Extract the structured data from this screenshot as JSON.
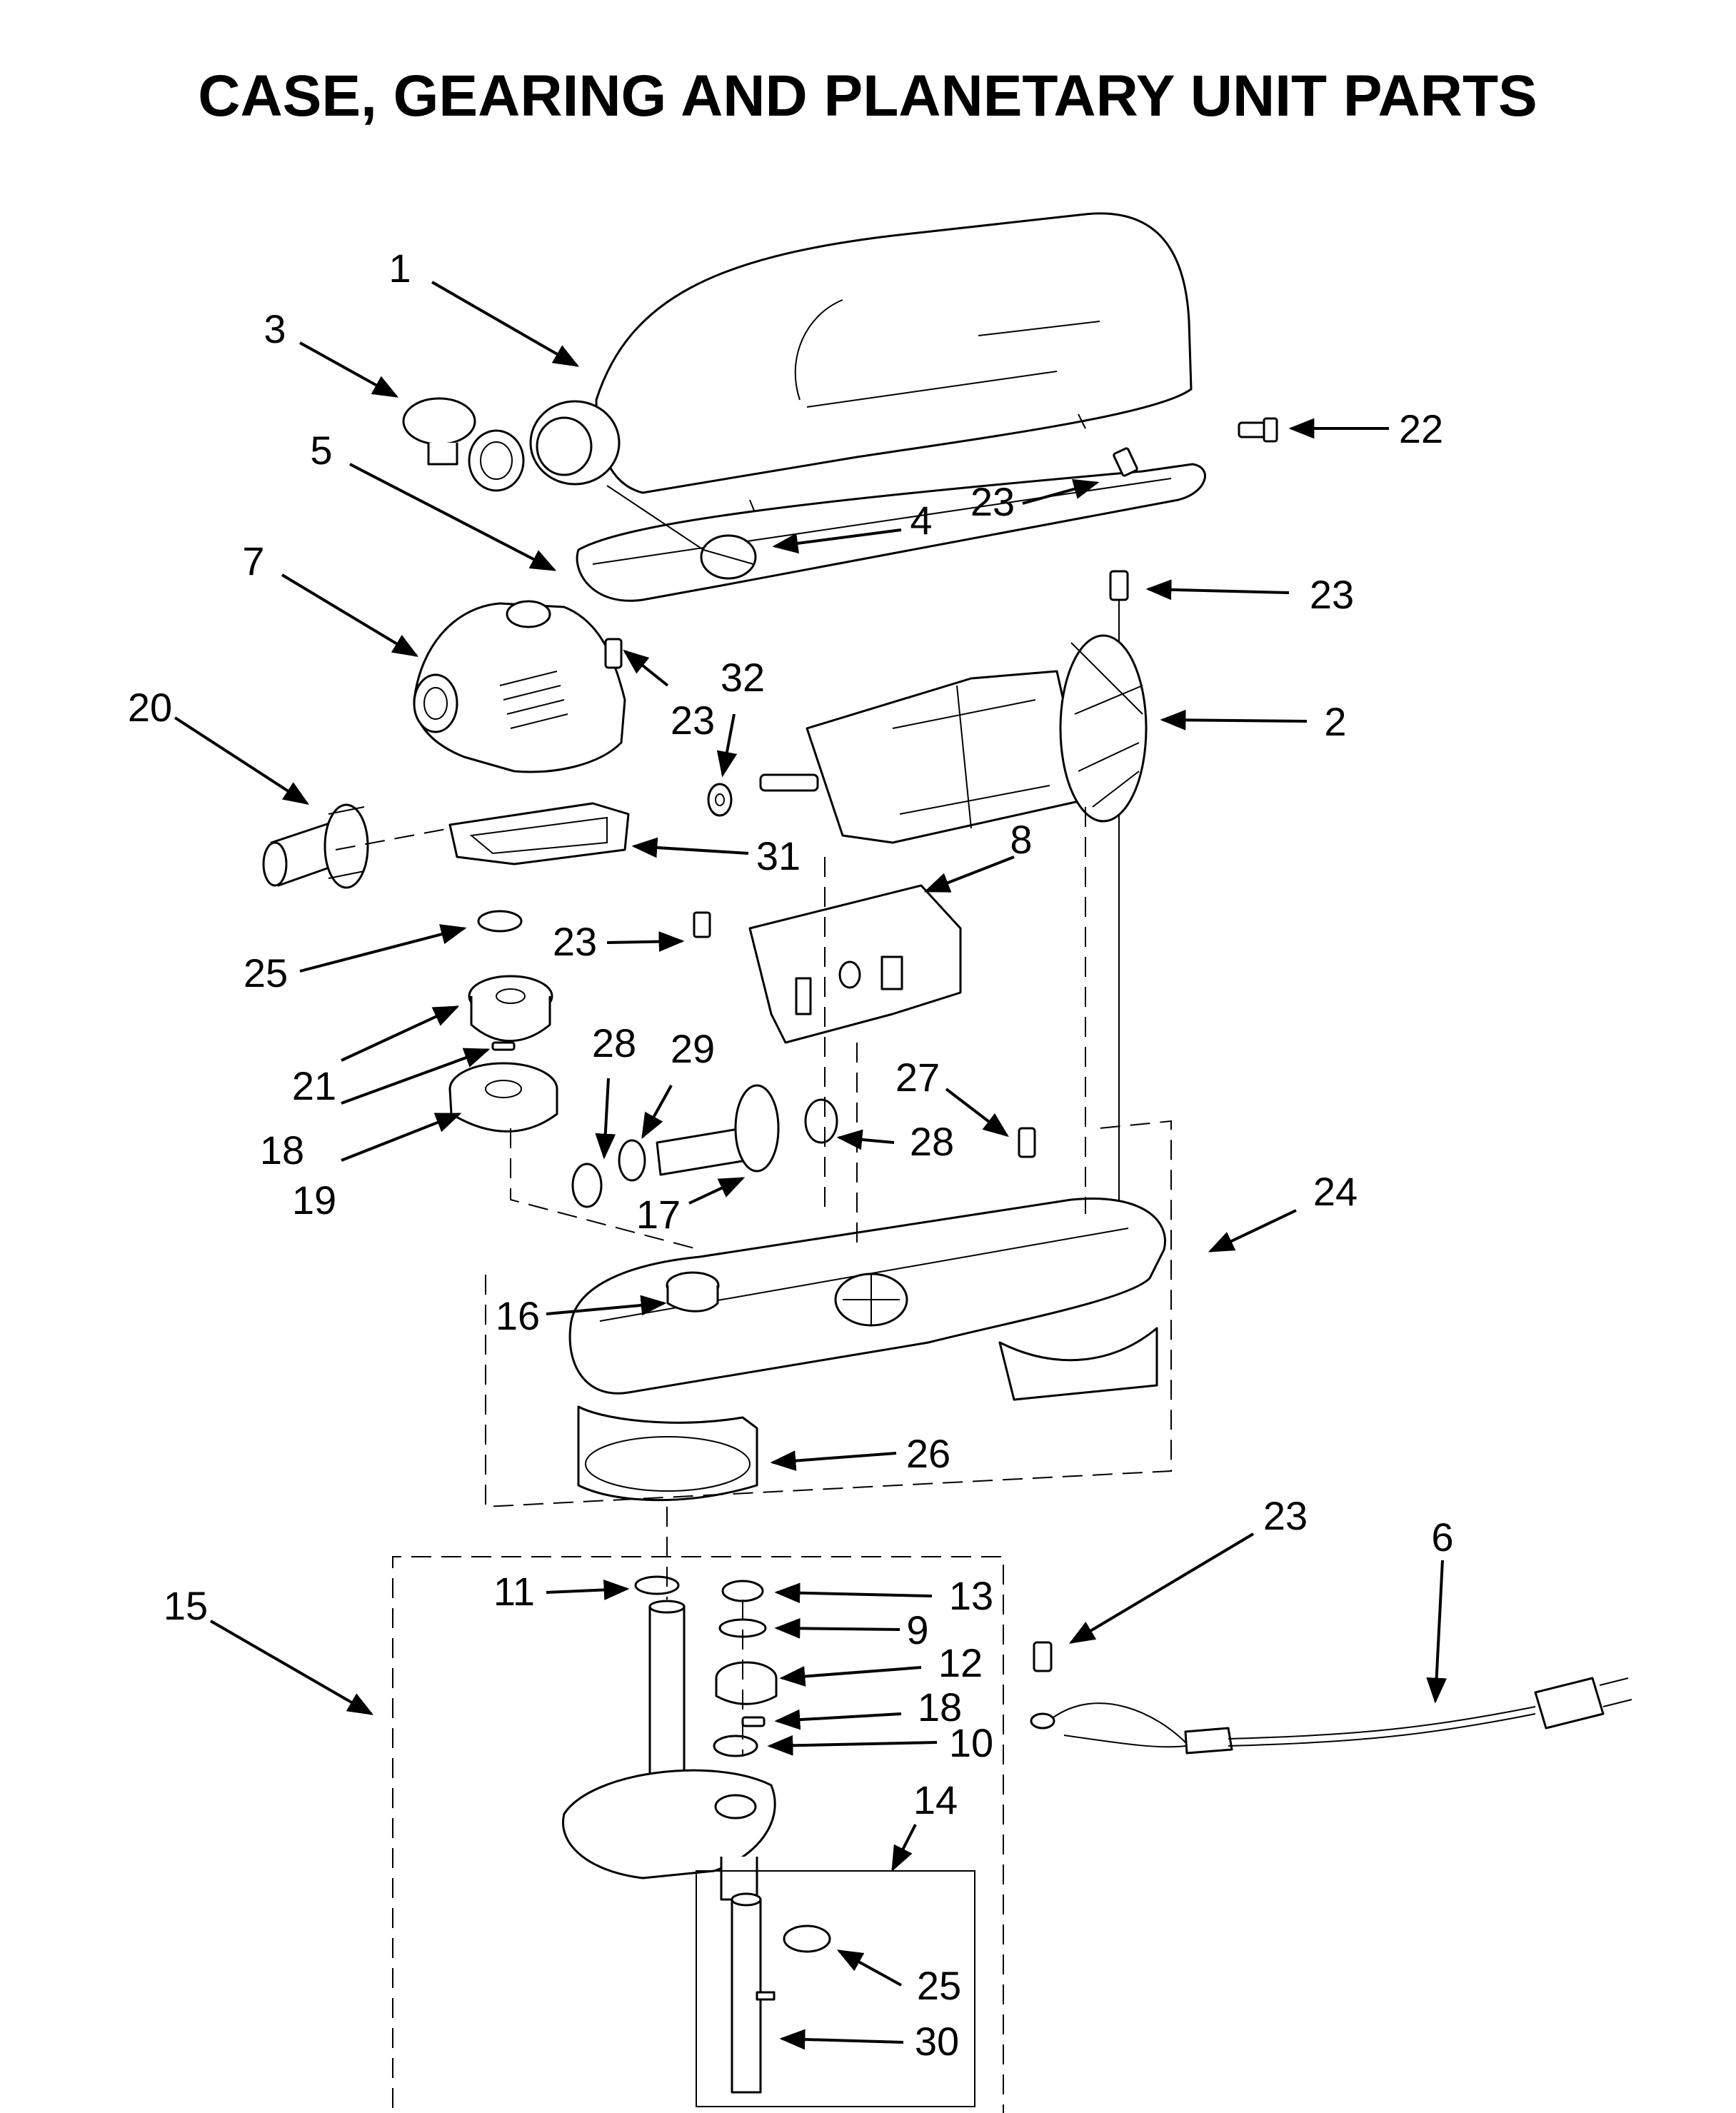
{
  "title": "CASE, GEARING AND PLANETARY UNIT PARTS",
  "callouts": [
    {
      "id": "c1",
      "label": "1"
    },
    {
      "id": "c3",
      "label": "3"
    },
    {
      "id": "c5",
      "label": "5"
    },
    {
      "id": "c22",
      "label": "22"
    },
    {
      "id": "c23a",
      "label": "23"
    },
    {
      "id": "c4",
      "label": "4"
    },
    {
      "id": "c23b",
      "label": "23"
    },
    {
      "id": "c7",
      "label": "7"
    },
    {
      "id": "c23c",
      "label": "23"
    },
    {
      "id": "c32",
      "label": "32"
    },
    {
      "id": "c2",
      "label": "2"
    },
    {
      "id": "c20",
      "label": "20"
    },
    {
      "id": "c31",
      "label": "31"
    },
    {
      "id": "c8",
      "label": "8"
    },
    {
      "id": "c23d",
      "label": "23"
    },
    {
      "id": "c25a",
      "label": "25"
    },
    {
      "id": "c21",
      "label": "21"
    },
    {
      "id": "c28a",
      "label": "28"
    },
    {
      "id": "c29",
      "label": "29"
    },
    {
      "id": "c27",
      "label": "27"
    },
    {
      "id": "c18a",
      "label": "18"
    },
    {
      "id": "c28b",
      "label": "28"
    },
    {
      "id": "c19",
      "label": "19"
    },
    {
      "id": "c17",
      "label": "17"
    },
    {
      "id": "c24",
      "label": "24"
    },
    {
      "id": "c16",
      "label": "16"
    },
    {
      "id": "c26",
      "label": "26"
    },
    {
      "id": "c23e",
      "label": "23"
    },
    {
      "id": "c6",
      "label": "6"
    },
    {
      "id": "c15",
      "label": "15"
    },
    {
      "id": "c11",
      "label": "11"
    },
    {
      "id": "c13",
      "label": "13"
    },
    {
      "id": "c9",
      "label": "9"
    },
    {
      "id": "c12",
      "label": "12"
    },
    {
      "id": "c18b",
      "label": "18"
    },
    {
      "id": "c10",
      "label": "10"
    },
    {
      "id": "c14",
      "label": "14"
    },
    {
      "id": "c25b",
      "label": "25"
    },
    {
      "id": "c30",
      "label": "30"
    }
  ]
}
